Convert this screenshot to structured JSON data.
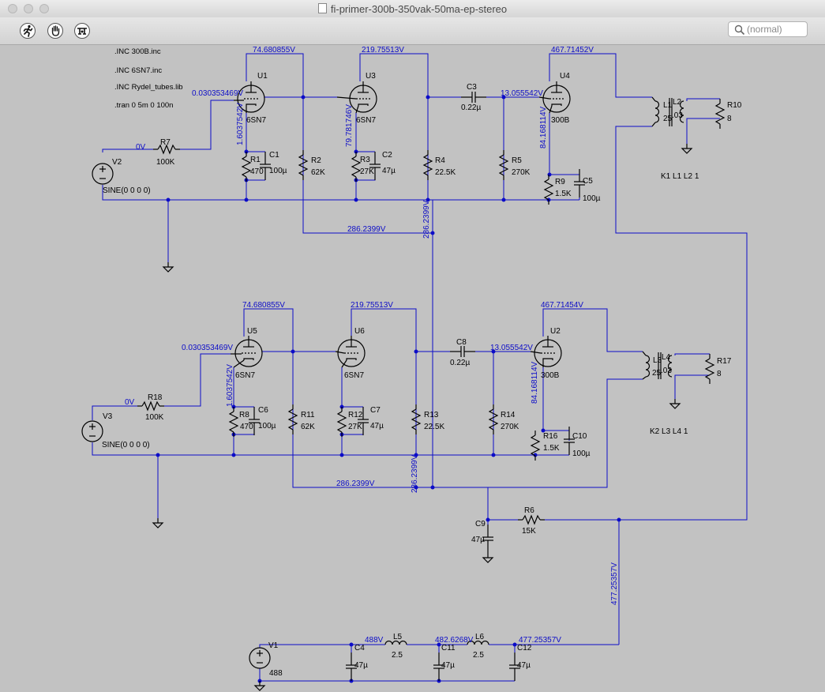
{
  "window": {
    "title": "fi-primer-300b-350vak-50ma-ep-stereo"
  },
  "toolbar": {
    "tools": [
      {
        "name": "run-icon"
      },
      {
        "name": "halt-hand-icon"
      },
      {
        "name": "probe-icon"
      }
    ],
    "search_placeholder": "(normal)"
  },
  "directives": [
    ".INC 300B.inc",
    ".INC 6SN7.inc",
    ".INC Rydel_tubes.lib",
    ".tran 0 5m 0 100n"
  ],
  "coupling": {
    "k1": "K1 L1 L2 1",
    "k2": "K2 L3 L4 1"
  },
  "top_channel": {
    "v_in": "0V",
    "v_grid": "0.030353469V",
    "v_cath": "1.6037542V",
    "v_a1": "74.680855V",
    "v_a2": "219.75513V",
    "v_c3": "79.781746V",
    "v_g4": "13.055542V",
    "v_a4": "467.71452V",
    "v_k4": "84.168114V",
    "v_b1": "286.2399V",
    "v_b2": "286.2399V"
  },
  "bottom_channel": {
    "v_in": "0V",
    "v_grid": "0.030353469V",
    "v_cath": "1.6037542V",
    "v_a1": "74.680855V",
    "v_a2": "219.75513V",
    "v_g4": "13.055542V",
    "v_a4": "467.71454V",
    "v_k4": "84.168114V",
    "v_b1": "286.2399V",
    "v_b2": "286.2399V"
  },
  "supply": {
    "v_main": "477.25357V",
    "v_c4": "488V",
    "v_c11": "482.6268V",
    "v_c12": "477.25357V"
  },
  "components": {
    "u1": {
      "name": "U1",
      "value": "6SN7"
    },
    "u3": {
      "name": "U3",
      "value": "6SN7"
    },
    "u4": {
      "name": "U4",
      "value": "300B"
    },
    "u5": {
      "name": "U5",
      "value": "6SN7"
    },
    "u6": {
      "name": "U6",
      "value": "6SN7"
    },
    "u2": {
      "name": "U2",
      "value": "300B"
    },
    "r7": {
      "name": "R7",
      "value": "100K"
    },
    "r1": {
      "name": "R1",
      "value": "470"
    },
    "c1": {
      "name": "C1",
      "value": "100µ"
    },
    "r2": {
      "name": "R2",
      "value": "62K"
    },
    "r3": {
      "name": "R3",
      "value": "27K"
    },
    "c2": {
      "name": "C2",
      "value": "47µ"
    },
    "r4": {
      "name": "R4",
      "value": "22.5K"
    },
    "c3": {
      "name": "C3",
      "value": "0.22µ"
    },
    "r5": {
      "name": "R5",
      "value": "270K"
    },
    "r9": {
      "name": "R9",
      "value": "1.5K"
    },
    "c5": {
      "name": "C5",
      "value": "100µ"
    },
    "l1": {
      "name": "L1",
      "value": "25"
    },
    "l2": {
      "name": "L2",
      "value": ".03"
    },
    "r10": {
      "name": "R10",
      "value": "8"
    },
    "v2": {
      "name": "V2",
      "value": "SINE(0 0 0 0)"
    },
    "r18": {
      "name": "R18",
      "value": "100K"
    },
    "r8": {
      "name": "R8",
      "value": "470"
    },
    "c6": {
      "name": "C6",
      "value": "100µ"
    },
    "r11": {
      "name": "R11",
      "value": "62K"
    },
    "r12": {
      "name": "R12",
      "value": "27K"
    },
    "c7": {
      "name": "C7",
      "value": "47µ"
    },
    "r13": {
      "name": "R13",
      "value": "22.5K"
    },
    "c8": {
      "name": "C8",
      "value": "0.22µ"
    },
    "r14": {
      "name": "R14",
      "value": "270K"
    },
    "r16": {
      "name": "R16",
      "value": "1.5K"
    },
    "c10": {
      "name": "C10",
      "value": "100µ"
    },
    "l3": {
      "name": "L3",
      "value": "25"
    },
    "l4": {
      "name": "L4",
      "value": ".03"
    },
    "r17": {
      "name": "R17",
      "value": "8"
    },
    "v3": {
      "name": "V3",
      "value": "SINE(0 0 0 0)"
    },
    "r6": {
      "name": "R6",
      "value": "15K"
    },
    "c9": {
      "name": "C9",
      "value": "47µ"
    },
    "v1": {
      "name": "V1",
      "value": "488"
    },
    "c4": {
      "name": "C4",
      "value": "47µ"
    },
    "l5": {
      "name": "L5",
      "value": "2.5"
    },
    "c11": {
      "name": "C11",
      "value": "47µ"
    },
    "l6": {
      "name": "L6",
      "value": "2.5"
    },
    "c12": {
      "name": "C12",
      "value": "47µ"
    }
  }
}
